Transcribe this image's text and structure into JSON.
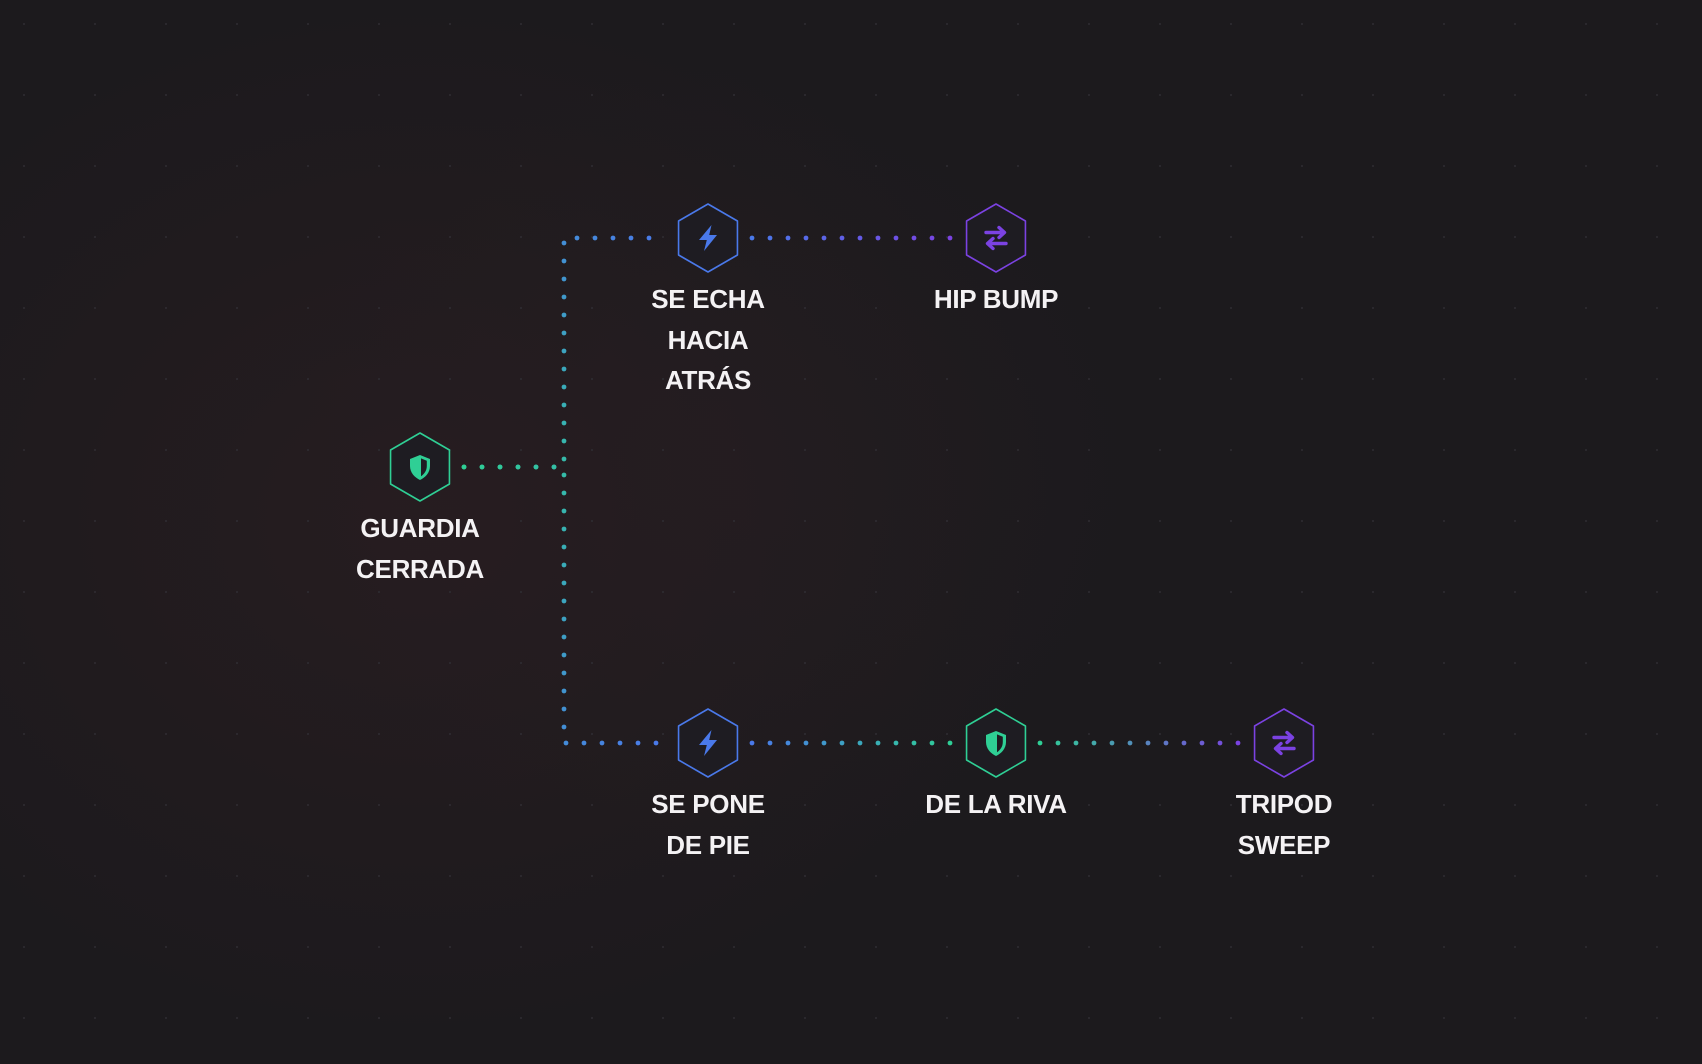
{
  "colors": {
    "background": "#1c1a1d",
    "text": "#f4f2f4",
    "guard": "#2fcf95",
    "attack": "#4a79ea",
    "sweep": "#7b42e2",
    "node_fill": "#1e1c22",
    "grid_dot": "#302e33"
  },
  "nodes": [
    {
      "id": "guardia-cerrada",
      "label": "GUARDIA\nCERRADA",
      "kind": "guard",
      "icon": "shield-icon"
    },
    {
      "id": "se-echa-hacia-atras",
      "label": "SE ECHA\nHACIA\nATRÁS",
      "kind": "attack",
      "icon": "lightning-icon"
    },
    {
      "id": "hip-bump",
      "label": "HIP BUMP",
      "kind": "sweep",
      "icon": "swap-arrows-icon"
    },
    {
      "id": "se-pone-de-pie",
      "label": "SE PONE\nDE PIE",
      "kind": "attack",
      "icon": "lightning-icon"
    },
    {
      "id": "de-la-riva",
      "label": "DE LA RIVA",
      "kind": "guard",
      "icon": "shield-icon"
    },
    {
      "id": "tripod-sweep",
      "label": "TRIPOD\nSWEEP",
      "kind": "sweep",
      "icon": "swap-arrows-icon"
    }
  ],
  "edges": [
    {
      "from": "guardia-cerrada",
      "to": "se-echa-hacia-atras"
    },
    {
      "from": "guardia-cerrada",
      "to": "se-pone-de-pie"
    },
    {
      "from": "se-echa-hacia-atras",
      "to": "hip-bump"
    },
    {
      "from": "se-pone-de-pie",
      "to": "de-la-riva"
    },
    {
      "from": "de-la-riva",
      "to": "tripod-sweep"
    }
  ]
}
